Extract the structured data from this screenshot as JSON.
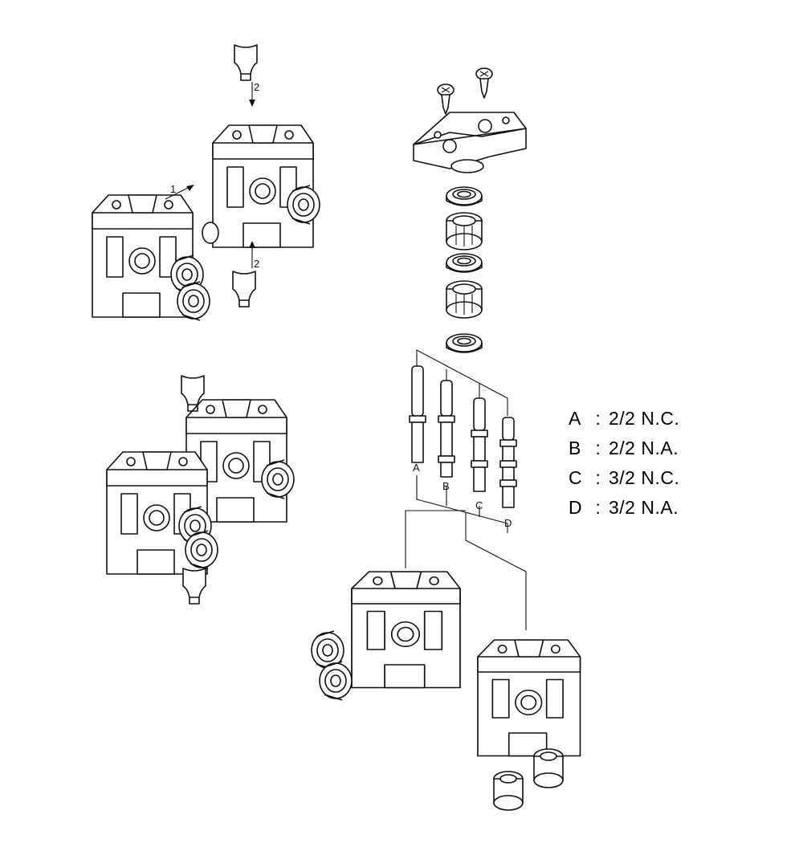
{
  "step_labels": {
    "arrow_1": "1",
    "arrow_2_top": "2",
    "arrow_2_bottom": "2"
  },
  "spool_labels": [
    "A",
    "B",
    "C",
    "D"
  ],
  "legend": [
    {
      "key": "A",
      "sep": ":",
      "value": "2/2 N.C."
    },
    {
      "key": "B",
      "sep": ":",
      "value": "2/2 N.A."
    },
    {
      "key": "C",
      "sep": ":",
      "value": "3/2 N.C."
    },
    {
      "key": "D",
      "sep": ":",
      "value": "3/2 N.A."
    }
  ]
}
